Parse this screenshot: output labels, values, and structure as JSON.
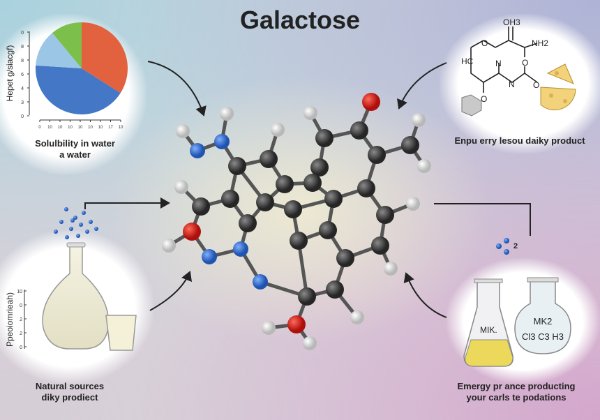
{
  "title": "Galactose",
  "top_left": {
    "y_axis_label": "Hepet g/siacgf)",
    "y_ticks": [
      "0",
      "8",
      "8",
      "6",
      "4",
      "3",
      "0"
    ],
    "x_ticks": [
      "0",
      "10",
      "10",
      "10",
      "10",
      "10",
      "10",
      "17",
      "10"
    ],
    "pie_slices": [
      {
        "value": 34,
        "color": "#e2623f"
      },
      {
        "value": 42,
        "color": "#4477c6"
      },
      {
        "value": 13,
        "color": "#9cc6e6"
      },
      {
        "value": 11,
        "color": "#7cbf4a"
      }
    ],
    "caption_line1": "Solulbility in water",
    "caption_line2": "a water"
  },
  "top_right": {
    "labels": {
      "oh3": "OH3",
      "nh2": "NH2",
      "hc": "HC",
      "n1": "N",
      "n2": "N",
      "o1": "O",
      "o2": "O",
      "o3": "O",
      "o4": "O"
    },
    "caption": "Enpu erry lesou daiky product"
  },
  "bottom_left": {
    "y_axis_label": "Ppeoiomrieah)",
    "y_ticks": [
      "10",
      "0",
      "2",
      "2",
      "0"
    ],
    "caption_line1": "Natural sources",
    "caption_line2": "diky prodiect"
  },
  "bottom_right": {
    "small_label": "2",
    "flask1_label": "MIK.",
    "flask2_label1": "MK2",
    "flask2_label2": "Cl3 C3 H3",
    "caption_line1": "Emergy pr ance producting",
    "caption_line2": "your carls te podations"
  },
  "colors": {
    "carbon": "#3a3a3a",
    "hydrogen": "#e6e6e6",
    "oxygen": "#d01a14",
    "nitrogen": "#2f6bd0"
  }
}
